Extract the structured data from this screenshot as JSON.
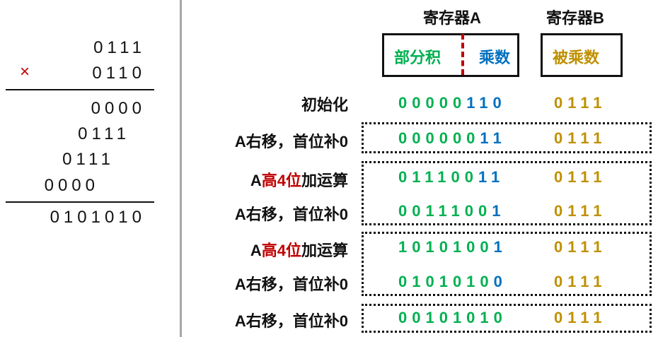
{
  "multiplication": {
    "multiplicand": "0111",
    "operator": "×",
    "multiplier": "0110",
    "partial_products": [
      "0000",
      "0111",
      "0111",
      "0000"
    ],
    "result": "0101010"
  },
  "registers": {
    "a_title": "寄存器A",
    "b_title": "寄存器B",
    "a_left_label": "部分积",
    "a_right_label": "乘数",
    "b_label": "被乘数"
  },
  "colors": {
    "partial_product": "#00b050",
    "multiplier": "#0070c0",
    "multiplicand": "#bf9000",
    "highlight": "#c00000",
    "divider": "#c00000"
  },
  "steps": [
    {
      "label": "初始化",
      "label_parts": [
        "初始化"
      ],
      "a_green": "00000",
      "a_blue": "110",
      "b": "0111"
    },
    {
      "label": "A右移，首位补0",
      "label_parts": [
        "A右移，首位补0"
      ],
      "a_green": "000000",
      "a_blue": "11",
      "b": "0111"
    },
    {
      "label": "A高4位加运算",
      "label_parts": [
        "A",
        "高4位",
        "加运算"
      ],
      "a_green": "011100",
      "a_blue": "11",
      "b": "0111"
    },
    {
      "label": "A右移，首位补0",
      "label_parts": [
        "A右移，首位补0"
      ],
      "a_green": "0011100",
      "a_blue": "1",
      "b": "0111"
    },
    {
      "label": "A高4位加运算",
      "label_parts": [
        "A",
        "高4位",
        "加运算"
      ],
      "a_green": "1010100",
      "a_blue": "1",
      "b": "0111"
    },
    {
      "label": "A右移，首位补0",
      "label_parts": [
        "A右移，首位补0"
      ],
      "a_green": "0101010",
      "a_blue": "0",
      "b": "0111"
    },
    {
      "label": "A右移，首位补0",
      "label_parts": [
        "A右移，首位补0"
      ],
      "a_green": "00101010",
      "a_blue": "",
      "b": "0111"
    }
  ]
}
